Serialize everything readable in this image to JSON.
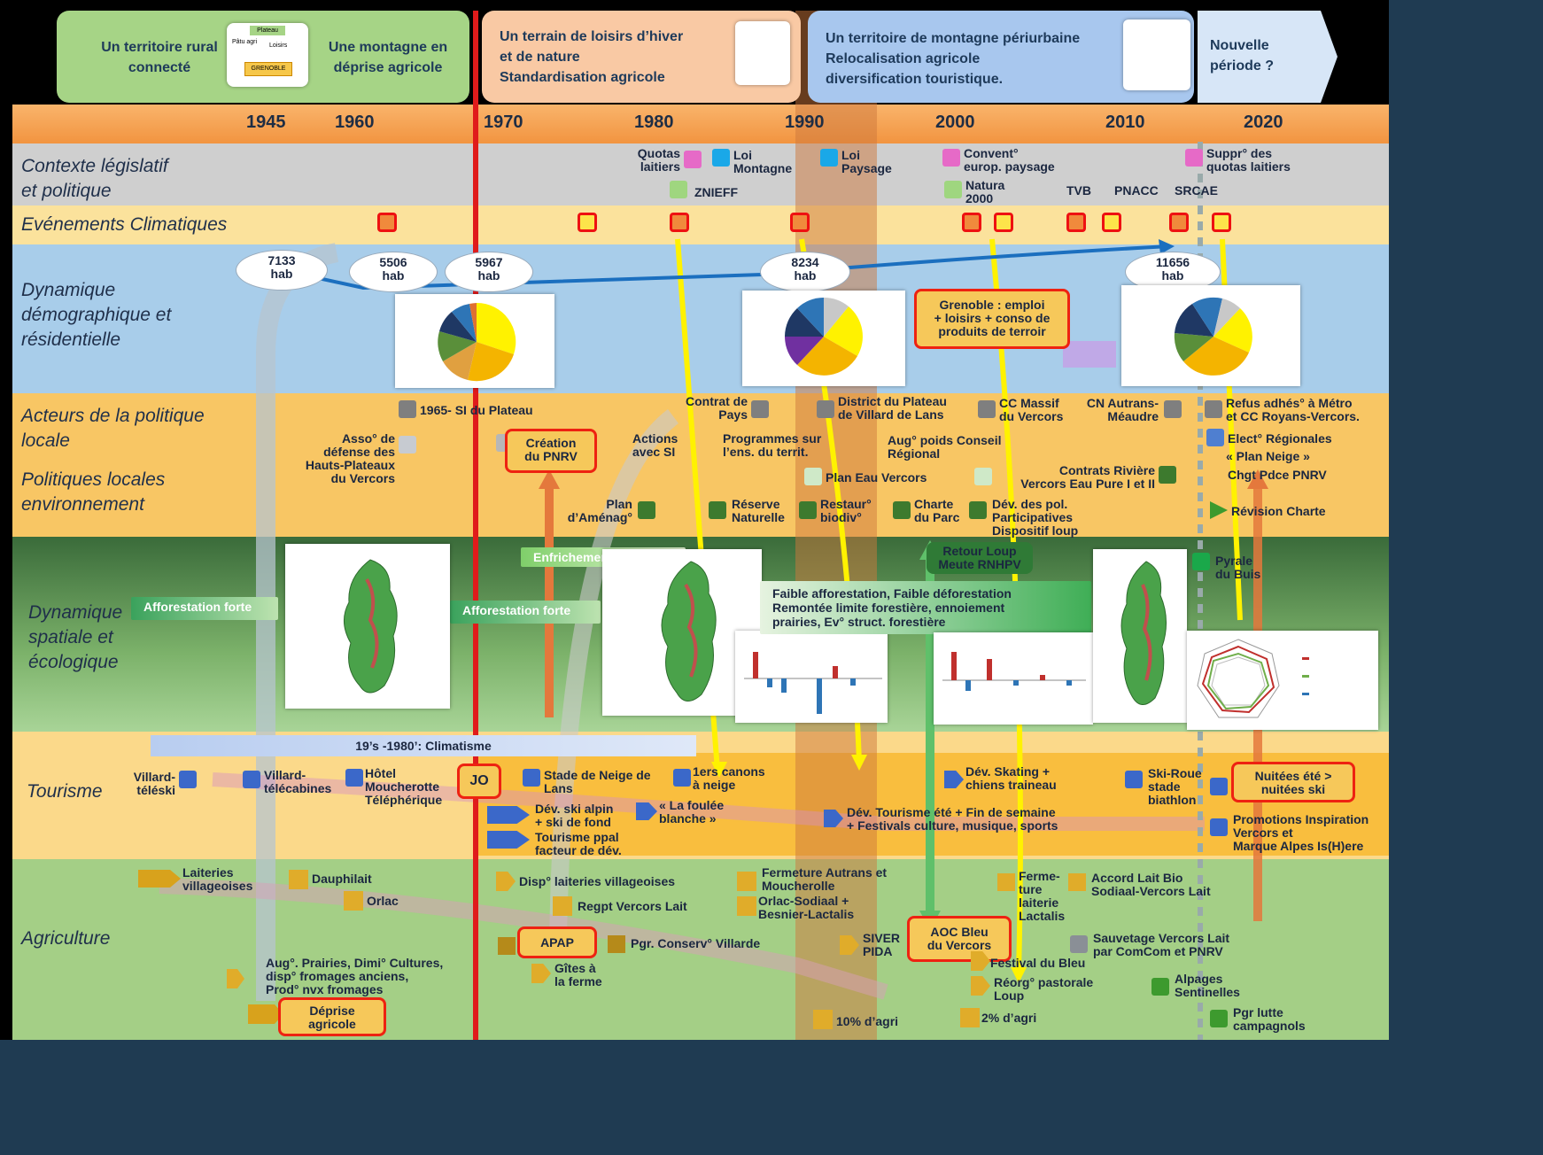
{
  "periods": [
    {
      "left": "Un territoire rural connecté",
      "right": "Une montagne en déprise agricole",
      "inset": {
        "top": "Plateau",
        "l1": "Pâtu agri",
        "r1": "Loisirs",
        "bottom": "GRENOBLE"
      }
    },
    {
      "l1": "Un terrain de loisirs d’hiver",
      "l2": "et de nature",
      "l3": "Standardisation agricole"
    },
    {
      "l1": "Un territoire de montagne périurbaine",
      "l2": "Relocalisation agricole",
      "l3": "diversification touristique."
    },
    {
      "l1": "Nouvelle",
      "l2": "période ?"
    }
  ],
  "timeline": {
    "years": [
      "1945",
      "1960",
      "1970",
      "1980",
      "1990",
      "2000",
      "2010",
      "2020"
    ]
  },
  "rows": {
    "legislatif": [
      "Contexte législatif",
      "et politique"
    ],
    "climat": "Evénements  Climatiques",
    "demo": [
      "Dynamique",
      "démographique et",
      "résidentielle"
    ],
    "acteurs": [
      "Acteurs de la politique",
      "locale"
    ],
    "politiques": [
      "Politiques locales",
      "environnement"
    ],
    "spatiale": [
      "Dynamique",
      "spatiale et",
      "écologique"
    ],
    "tourisme": "Tourisme",
    "agriculture": "Agriculture"
  },
  "legislatif": {
    "quotas": [
      "Quotas",
      "laitiers"
    ],
    "loi_montagne": [
      "Loi",
      "Montagne"
    ],
    "znieff": "ZNIEFF",
    "loi_paysage": [
      "Loi",
      "Paysage"
    ],
    "convention": [
      "Convent°",
      "europ. paysage"
    ],
    "natura": [
      "Natura",
      "2000"
    ],
    "tvb": "TVB",
    "pnacc": "PNACC",
    "srcae": "SRCAE",
    "suppr": [
      "Suppr° des",
      "quotas laitiers"
    ]
  },
  "population": [
    {
      "value": "7133",
      "unit": "hab"
    },
    {
      "value": "5506",
      "unit": "hab"
    },
    {
      "value": "5967",
      "unit": "hab"
    },
    {
      "value": "8234",
      "unit": "hab"
    },
    {
      "value": "11656",
      "unit": "hab"
    }
  ],
  "grenoble_box": [
    "Grenoble : emploi",
    "+ loisirs + conso de",
    "produits de terroir"
  ],
  "acteurs": {
    "si_plateau": "1965- SI du Plateau",
    "asso": [
      "Asso° de",
      "défense des",
      "Hauts-Plateaux",
      "du Vercors"
    ],
    "pnrv": [
      "Création",
      "du PNRV"
    ],
    "actions_si": [
      "Actions",
      "avec SI"
    ],
    "contrat_pays": [
      "Contrat de",
      "Pays"
    ],
    "programmes": [
      "Programmes sur",
      "l’ens. du territ."
    ],
    "district": [
      "District du Plateau",
      "de Villard de Lans"
    ],
    "cc_massif": [
      "CC Massif",
      "du Vercors"
    ],
    "cn_autrans": [
      "CN Autrans-",
      "Méaudre"
    ],
    "refus": [
      "Refus adhés° à Métro",
      "et CC Royans-Vercors."
    ],
    "aug_poids": [
      "Aug° poids Conseil",
      "Régional"
    ],
    "elect": "Elect° Régionales",
    "plan_neige": "« Plan Neige »",
    "chgt": "Chgt Pdce PNRV",
    "plan_eau": "Plan Eau Vercors",
    "contrats_riviere": [
      "Contrats Rivière",
      "Vercors Eau Pure I et II"
    ],
    "plan_amenag": [
      "Plan",
      "d’Aménag°"
    ],
    "reserve": [
      "Réserve",
      "Naturelle"
    ],
    "restaur": [
      "Restaur°",
      "biodiv°"
    ],
    "charte": [
      "Charte",
      "du Parc"
    ],
    "dev_pol": [
      "Dév. des pol.",
      "Participatives"
    ],
    "dispositif_loup": "Dispositif loup",
    "revision": "Révision Charte"
  },
  "spatiale": {
    "aff1": "Afforestation forte",
    "aff2": "Afforestation forte",
    "enfrichement": "Enfrichement",
    "retour_loup": [
      "Retour Loup",
      "Meute RNHPV"
    ],
    "faible": [
      "Faible afforestation, Faible déforestation",
      "Remontée limite forestière, ennoiement",
      "prairies, Ev° struct. forestière"
    ],
    "pyrale": [
      "Pyrale",
      "du Buis"
    ]
  },
  "tourisme": {
    "climatisme": "19’s -1980’: Climatisme",
    "villard_teleski": [
      "Villard-",
      "téléski"
    ],
    "villard_telecabines": [
      "Villard-",
      "télécabines"
    ],
    "hotel": [
      "Hôtel",
      "Moucherotte",
      "Téléphérique"
    ],
    "jo": "JO",
    "stade": [
      "Stade de Neige de",
      "Lans"
    ],
    "canons": [
      "1ers canons",
      "à neige"
    ],
    "dev_ski": [
      "Dév. ski alpin",
      "+ ski de fond"
    ],
    "foulee": [
      "« La foulée",
      "blanche »"
    ],
    "tourisme_ppal": [
      "Tourisme ppal",
      "facteur de dév."
    ],
    "dev_skating": [
      "Dév. Skating +",
      "chiens traineau"
    ],
    "ski_roue": [
      "Ski-Roue",
      "stade",
      "biathlon"
    ],
    "dev_tourisme": [
      "Dév. Tourisme été + Fin de semaine",
      "+ Festivals culture, musique, sports"
    ],
    "nuitees": [
      "Nuitées été >",
      "nuitées ski"
    ],
    "promotions": [
      "Promotions Inspiration",
      "Vercors et",
      "Marque Alpes Is(H)ere"
    ]
  },
  "agriculture": {
    "laiteries": [
      "Laiteries",
      "villageoises"
    ],
    "dauphilait": "Dauphilait",
    "orlac": "Orlac",
    "aug_prairies": [
      "Aug°. Prairies, Dimi° Cultures,",
      "disp° fromages anciens,",
      "Prod° nvx fromages"
    ],
    "deprise": [
      "Déprise",
      "agricole"
    ],
    "disp_laiteries": "Disp° laiteries villageoises",
    "regpt": "Regpt Vercors Lait",
    "apap": "APAP",
    "pgr_conserv": "Pgr. Conserv° Villarde",
    "gites": [
      "Gîtes à",
      "la ferme"
    ],
    "fermeture": [
      "Fermeture Autrans et",
      "Moucherolle"
    ],
    "orlac_sodiaal": [
      "Orlac-Sodiaal +",
      "Besnier-Lactalis"
    ],
    "siver": [
      "SIVER",
      "PIDA"
    ],
    "aoc": [
      "AOC Bleu",
      "du Vercors"
    ],
    "fermeture_laiterie": [
      "Ferme-",
      "ture",
      "laiterie",
      "Lactalis"
    ],
    "accord": [
      "Accord Lait Bio",
      "Sodiaal-Vercors Lait"
    ],
    "sauvetage": [
      "Sauvetage Vercors Lait",
      "par ComCom et PNRV"
    ],
    "festival": "Festival du Bleu",
    "reorg": [
      "Réorg° pastorale",
      "Loup"
    ],
    "alpages": [
      "Alpages",
      "Sentinelles"
    ],
    "agri10": "10% d’agri",
    "agri2": "2% d’agri",
    "pgr_lutte": [
      "Pgr lutte",
      "campagnols"
    ]
  },
  "colors": {
    "timeline": "#f7a55a",
    "grey_band": "#cfcfcf",
    "yellow_band": "#fbe59a",
    "blue_band": "#a9cdeb",
    "orange_band": "#f9c25f",
    "green_dark": "#3e7a40",
    "green_light": "#9fcd84",
    "red_line": "#e01b1b"
  }
}
